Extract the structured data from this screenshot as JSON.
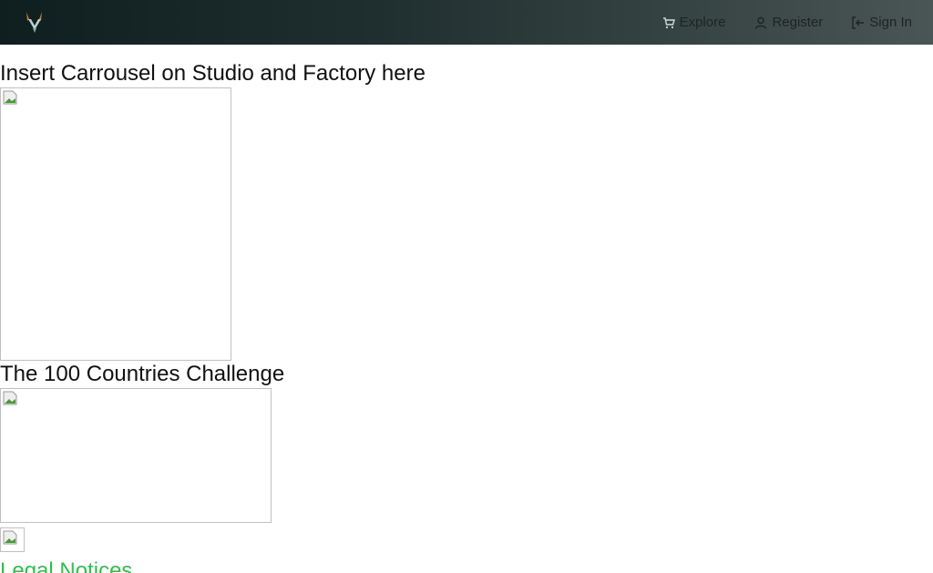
{
  "nav": {
    "items": [
      {
        "label": "Explore",
        "icon": "cart-icon"
      },
      {
        "label": "Register",
        "icon": "user-icon"
      },
      {
        "label": "Sign In",
        "icon": "sign-in-icon"
      }
    ]
  },
  "main": {
    "heading1": "Insert Carrousel on Studio and Factory here",
    "heading2": "The 100 Countries Challenge"
  },
  "footer": {
    "legal_link": "Legal Notices"
  },
  "colors": {
    "link": "#2ec04a",
    "nav_dark": "#0f1f1f",
    "nav_light": "#4a5555"
  }
}
